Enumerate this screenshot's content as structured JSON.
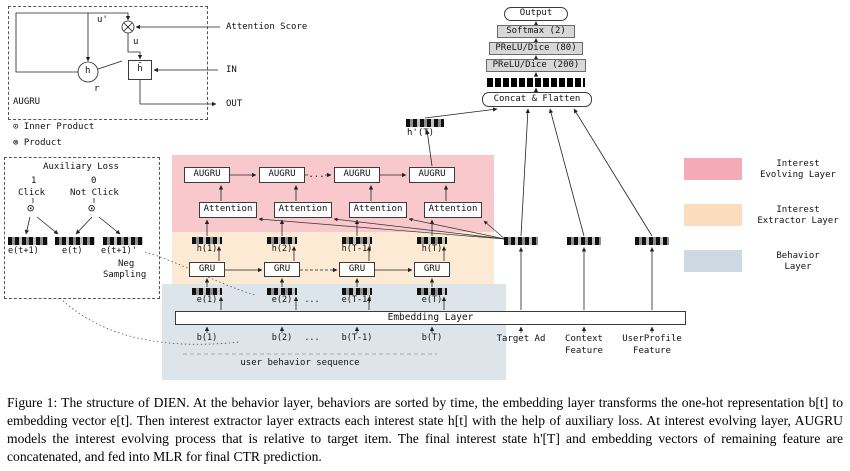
{
  "region_colors": {
    "evolving": "#f8c8cd",
    "extractor": "#fcead4",
    "behavior": "#dde5eb"
  },
  "augru_cell": {
    "title": "AUGRU",
    "u_prime": "u'",
    "u": "u",
    "h": "h",
    "h_tilde": "h̃",
    "r": "r",
    "attention_score": "Attention Score",
    "in": "IN",
    "out": "OUT"
  },
  "ops_legend": {
    "inner_product": "⊙ Inner Product",
    "product": "⊗ Product"
  },
  "auxiliary_loss": {
    "title": "Auxiliary Loss",
    "click_value": "1",
    "click_label": "Click",
    "not_click_value": "0",
    "not_click_label": "Not Click",
    "inner_product_symbol": "⊙",
    "vec_labels": [
      "e(t+1)",
      "e(t)",
      "e(t+1)'"
    ],
    "neg_sampling": [
      "Neg",
      "Sampling"
    ]
  },
  "mlp_stack": {
    "output": "Output",
    "softmax": "Softmax (2)",
    "prelu_dice_80": "PReLU/Dice (80)",
    "prelu_dice_200": "PReLU/Dice (200)",
    "concat": "Concat & Flatten"
  },
  "interest_evolving": {
    "h_prime_t": "h'(T)",
    "augru_units": [
      "AUGRU",
      "AUGRU",
      "AUGRU",
      "AUGRU"
    ],
    "dots": "...",
    "attention_units": [
      "Attention",
      "Attention",
      "Attention",
      "Attention"
    ]
  },
  "interest_extractor": {
    "h_labels": [
      "h(1)",
      "h(2)",
      "h(T-1)",
      "h(T)"
    ],
    "gru_units": [
      "GRU",
      "GRU",
      "GRU",
      "GRU"
    ]
  },
  "behavior_layer": {
    "e_labels": [
      "e(1)",
      "e(2)",
      "e(T-1)",
      "e(T)"
    ],
    "e_dots": "...",
    "embedding_layer": "Embedding Layer",
    "b_labels": [
      "b(1)",
      "b(2)",
      "b(T-1)",
      "b(T)"
    ],
    "b_dots": "...",
    "sequence_caption": "user behavior sequence"
  },
  "side_features": {
    "target_ad": "Target Ad",
    "context_feature": [
      "Context",
      "Feature"
    ],
    "user_profile_feature": [
      "UserProfile",
      "Feature"
    ]
  },
  "legend": {
    "evolving": {
      "line1": "Interest",
      "line2": "Evolving Layer",
      "color": "#f5abb5"
    },
    "extractor": {
      "line1": "Interest",
      "line2": "Extractor Layer",
      "color": "#fbddbe"
    },
    "behavior": {
      "line1": "Behavior",
      "line2": "Layer",
      "color": "#cdd9e3"
    }
  },
  "figure": {
    "caption": "Figure 1: The structure of DIEN. At the behavior layer, behaviors are sorted by time, the embedding layer transforms the one-hot representation b[t] to embedding vector e[t]. Then interest extractor layer extracts each interest state h[t] with the help of auxiliary loss. At interest evolving layer, AUGRU models the interest evolving process that is relative to target item. The final interest state h'[T] and embedding vectors of remaining feature are concatenated, and fed into MLR for final CTR prediction."
  }
}
